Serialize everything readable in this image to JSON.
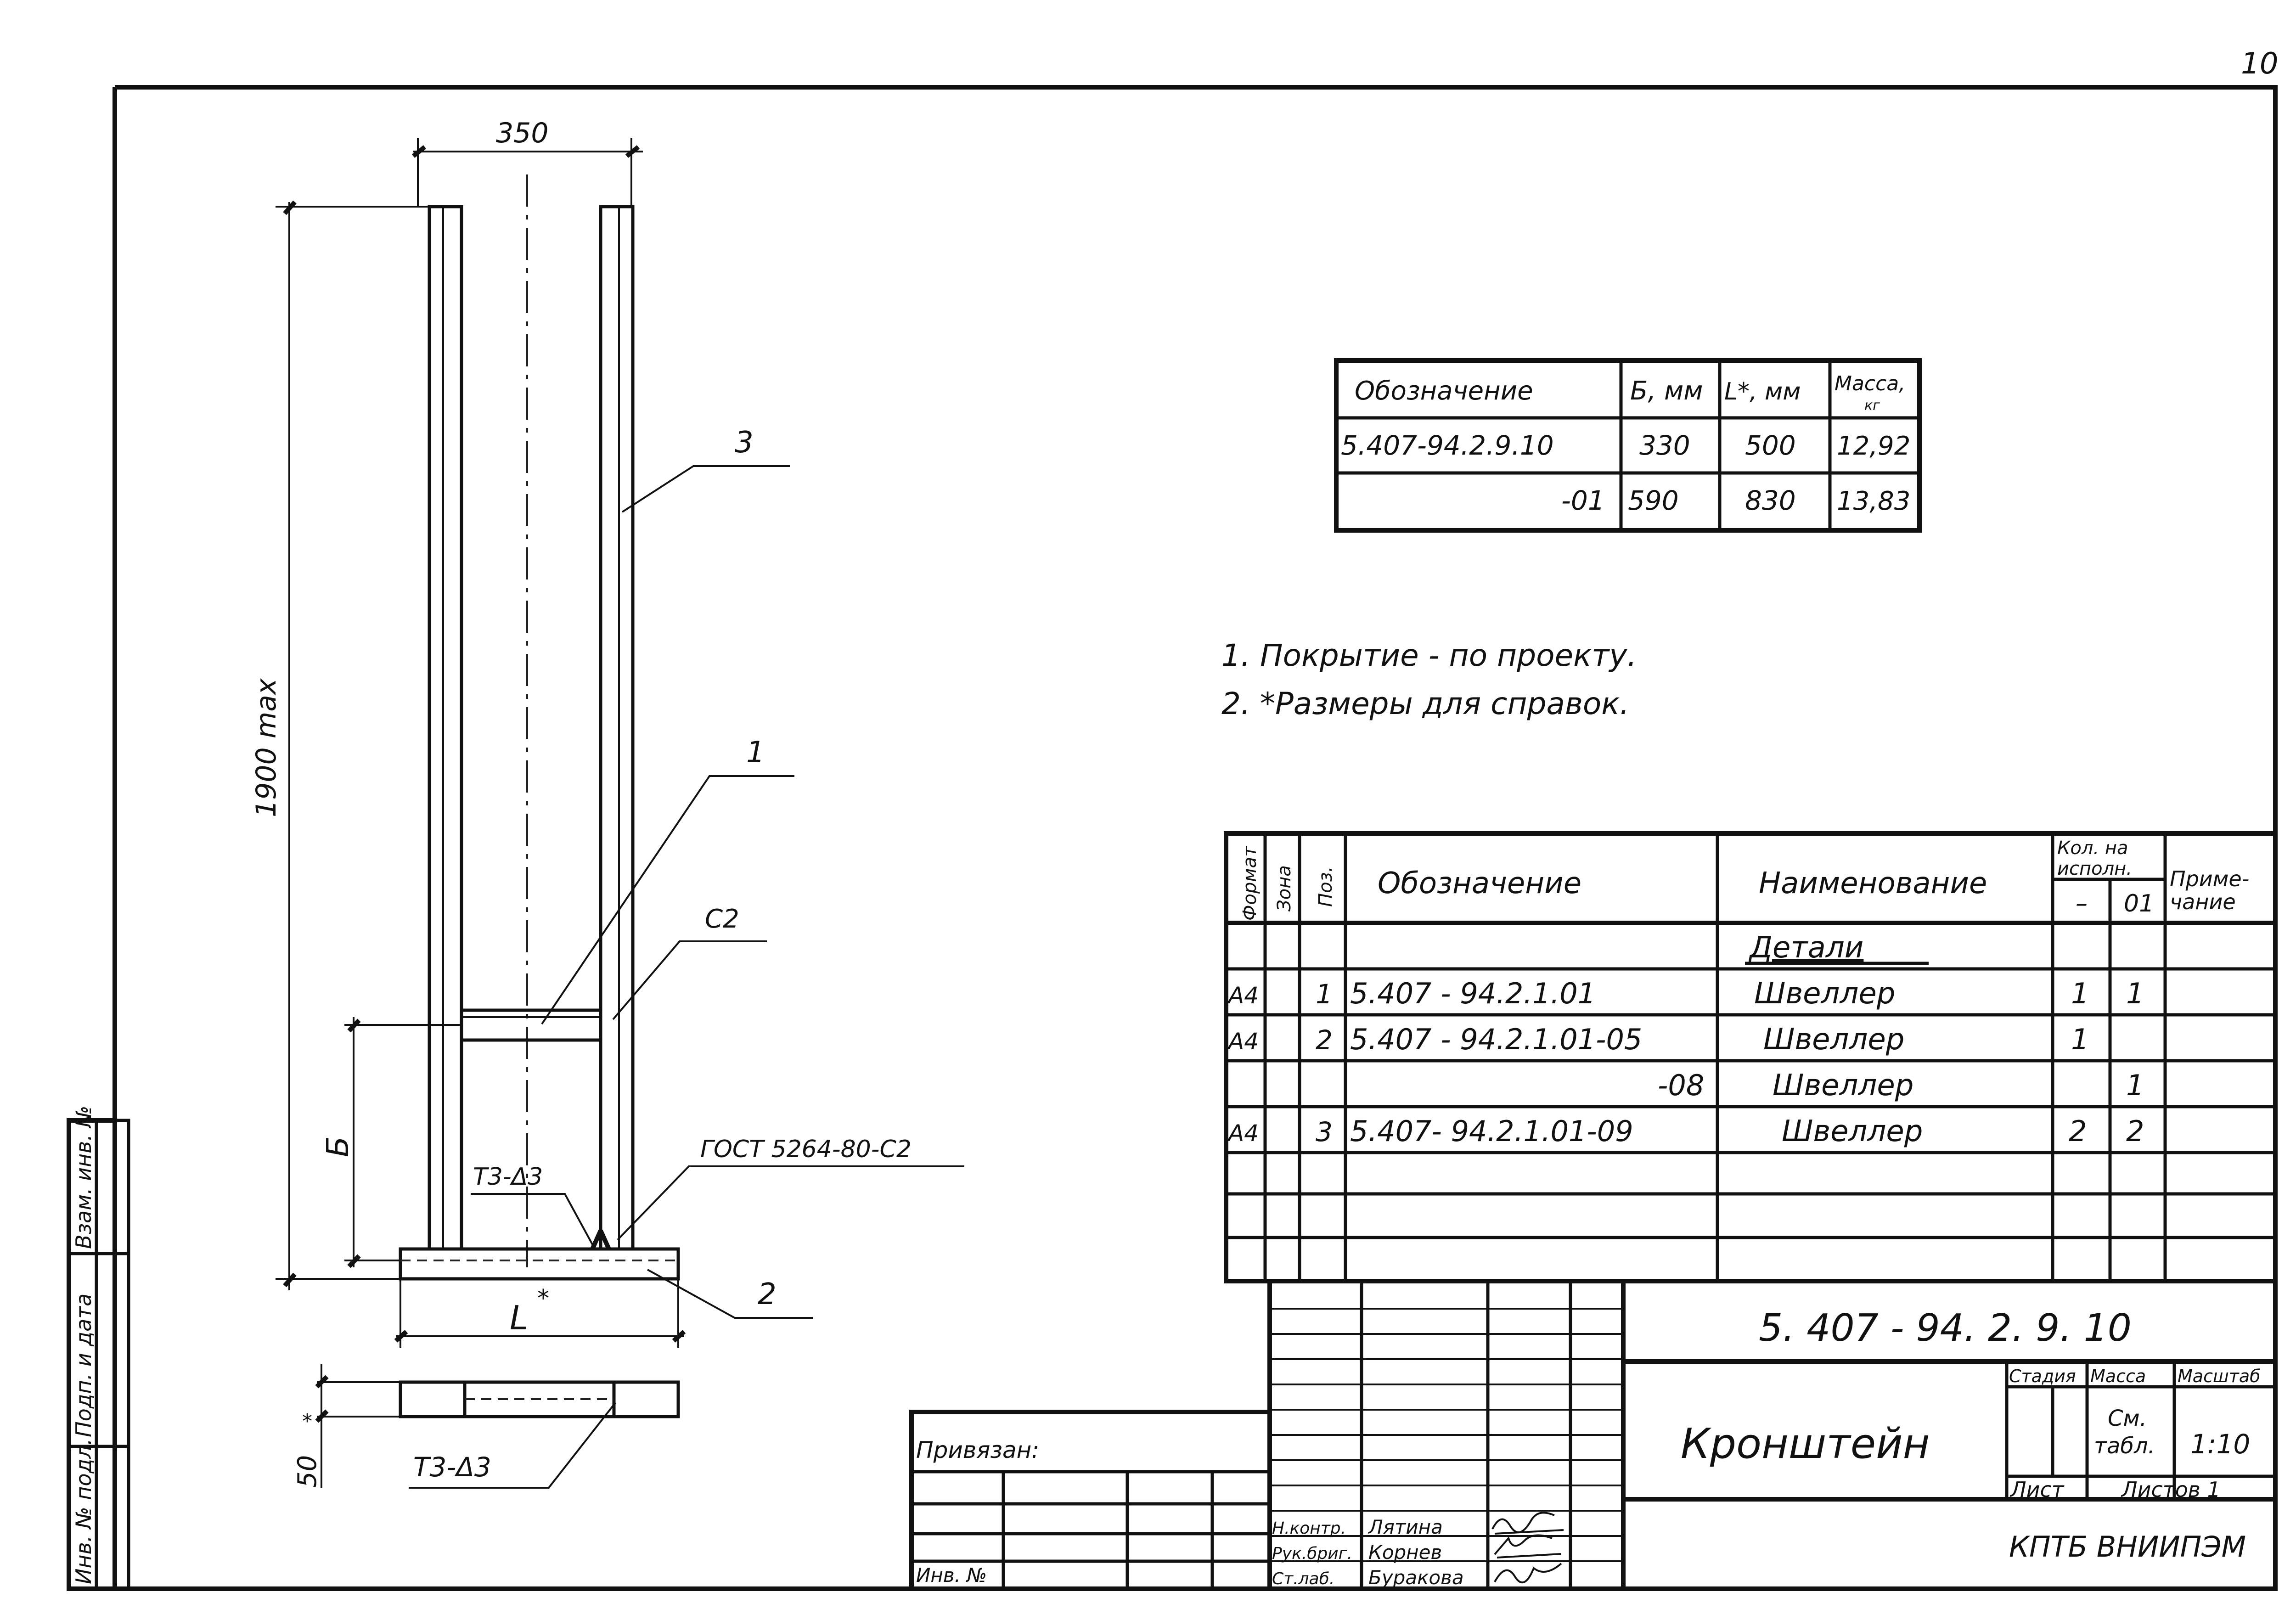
{
  "sheet_number": "10",
  "dimensions": {
    "width": "350",
    "height": "1900 max",
    "b": "Б",
    "l": "L",
    "l_star": "*",
    "depth": "50",
    "depth_star": "*"
  },
  "callouts": {
    "part1": "1",
    "part2": "2",
    "part3": "3",
    "c2": "С2",
    "gost": "ГОСТ 5264-80-С2",
    "weld_top": "Т3-Δ3",
    "weld_bottom": "Т3-Δ3"
  },
  "variant_table": {
    "headers": [
      "Обозначение",
      "Б, мм",
      "L*, мм",
      "Масса,",
      "кг"
    ],
    "rows": [
      [
        "5.407-94.2.9.10",
        "330",
        "500",
        "12,92"
      ],
      [
        "-01",
        "590",
        "830",
        "13,83"
      ]
    ]
  },
  "notes": [
    "1. Покрытие - по проекту.",
    "2. *Размеры для справок."
  ],
  "spec_table": {
    "headers": {
      "format": "Формат",
      "zone": "Зона",
      "pos": "Поз.",
      "designation": "Обозначение",
      "name": "Наименование",
      "qty": "Кол. на",
      "qty2": "исполн.",
      "qty_dash": "–",
      "qty_01": "01",
      "note": "Приме-",
      "note2": "чание"
    },
    "section": "Детали",
    "rows": [
      {
        "format": "А4",
        "pos": "1",
        "designation": "5.407 - 94.2.1.01",
        "name": "Швеллер",
        "q0": "1",
        "q1": "1"
      },
      {
        "format": "А4",
        "pos": "2",
        "designation": "5.407 - 94.2.1.01-05",
        "name": "Швеллер",
        "q0": "1",
        "q1": ""
      },
      {
        "format": "",
        "pos": "",
        "designation": "-08",
        "name": "Швеллер",
        "q0": "",
        "q1": "1"
      },
      {
        "format": "А4",
        "pos": "3",
        "designation": "5.407- 94.2.1.01-09",
        "name": "Швеллер",
        "q0": "2",
        "q1": "2"
      }
    ]
  },
  "title_block": {
    "doc_number": "5. 407 - 94. 2. 9. 10",
    "title": "Кронштейн",
    "stage_label": "Стадия",
    "mass_label": "Масса",
    "scale_label": "Масштаб",
    "mass_value": "См.",
    "mass_value2": "табл.",
    "scale_value": "1:10",
    "sheet_label": "Лист",
    "sheets_label": "Листов 1",
    "org": "КПТБ ВНИИПЭМ",
    "privyazan": "Привязан:",
    "inv_no": "Инв. №",
    "roles": [
      {
        "role": "Н.контр.",
        "name": "Лятина"
      },
      {
        "role": "Рук.бриг.",
        "name": "Корнев"
      },
      {
        "role": "Ст.лаб.",
        "name": "Буракова"
      }
    ]
  },
  "side_stamp": {
    "inv_orig": "Инв. № подл.",
    "sign_date": "Подп. и дата",
    "replaced": "Взам. инв. №"
  }
}
